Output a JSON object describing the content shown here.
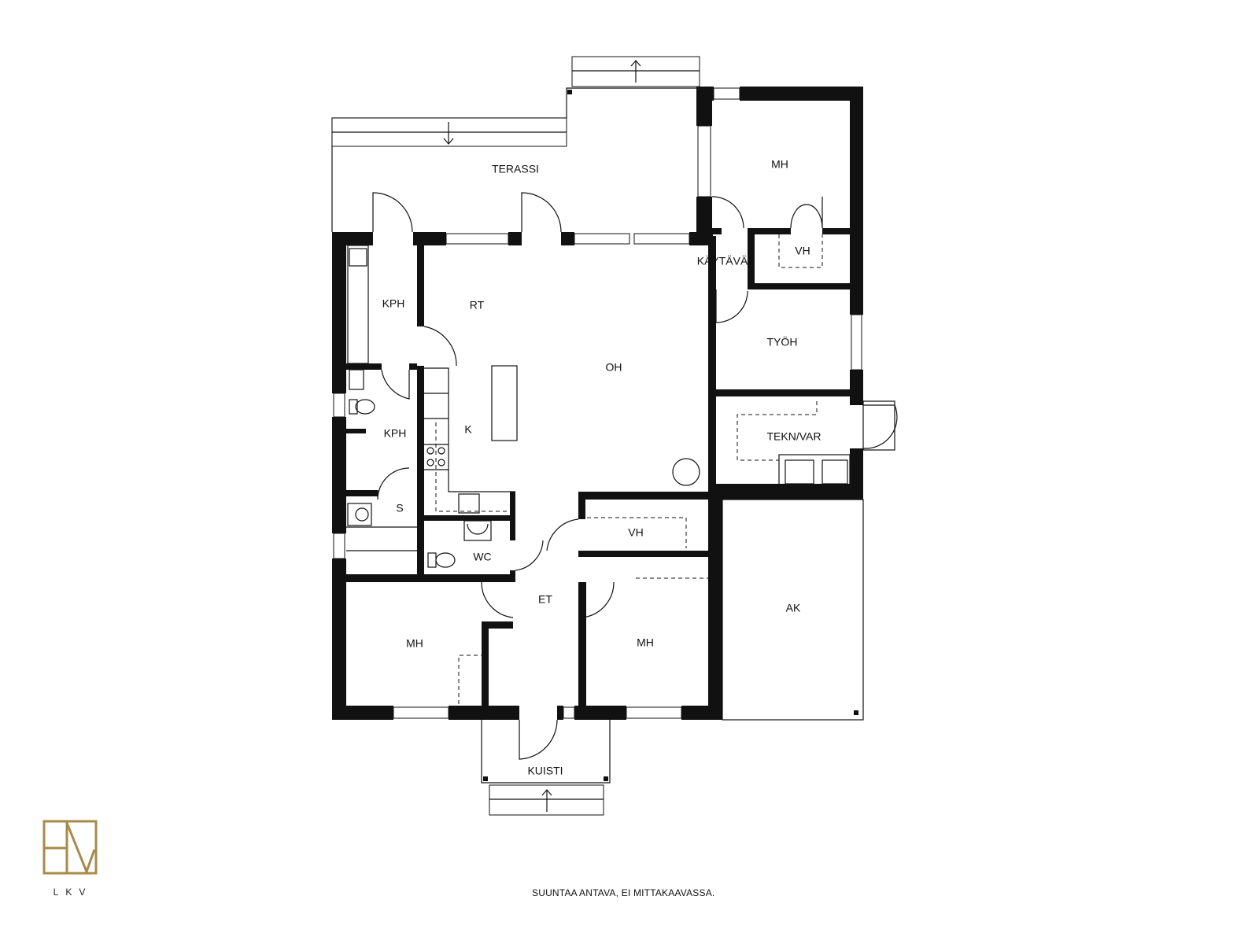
{
  "plan": {
    "rooms": {
      "terassi": "TERASSI",
      "mh_ne": "MH",
      "vh_ne": "VH",
      "kaytava": "KÄYTÄVÄ",
      "kph_upper": "KPH",
      "rt": "RT",
      "oh": "OH",
      "tyoh": "TYÖH",
      "k": "K",
      "kph_lower": "KPH",
      "tekn_var": "TEKN/VAR",
      "s": "S",
      "vh_mid": "VH",
      "wc": "WC",
      "et": "ET",
      "ak": "AK",
      "mh_sw": "MH",
      "mh_s": "MH",
      "kuisti": "KUISTI"
    }
  },
  "footer": {
    "disclaimer": "SUUNTAA ANTAVA, EI MITTAKAAVASSA."
  },
  "logo": {
    "caption": "LKV",
    "color": "#a88a4a"
  }
}
